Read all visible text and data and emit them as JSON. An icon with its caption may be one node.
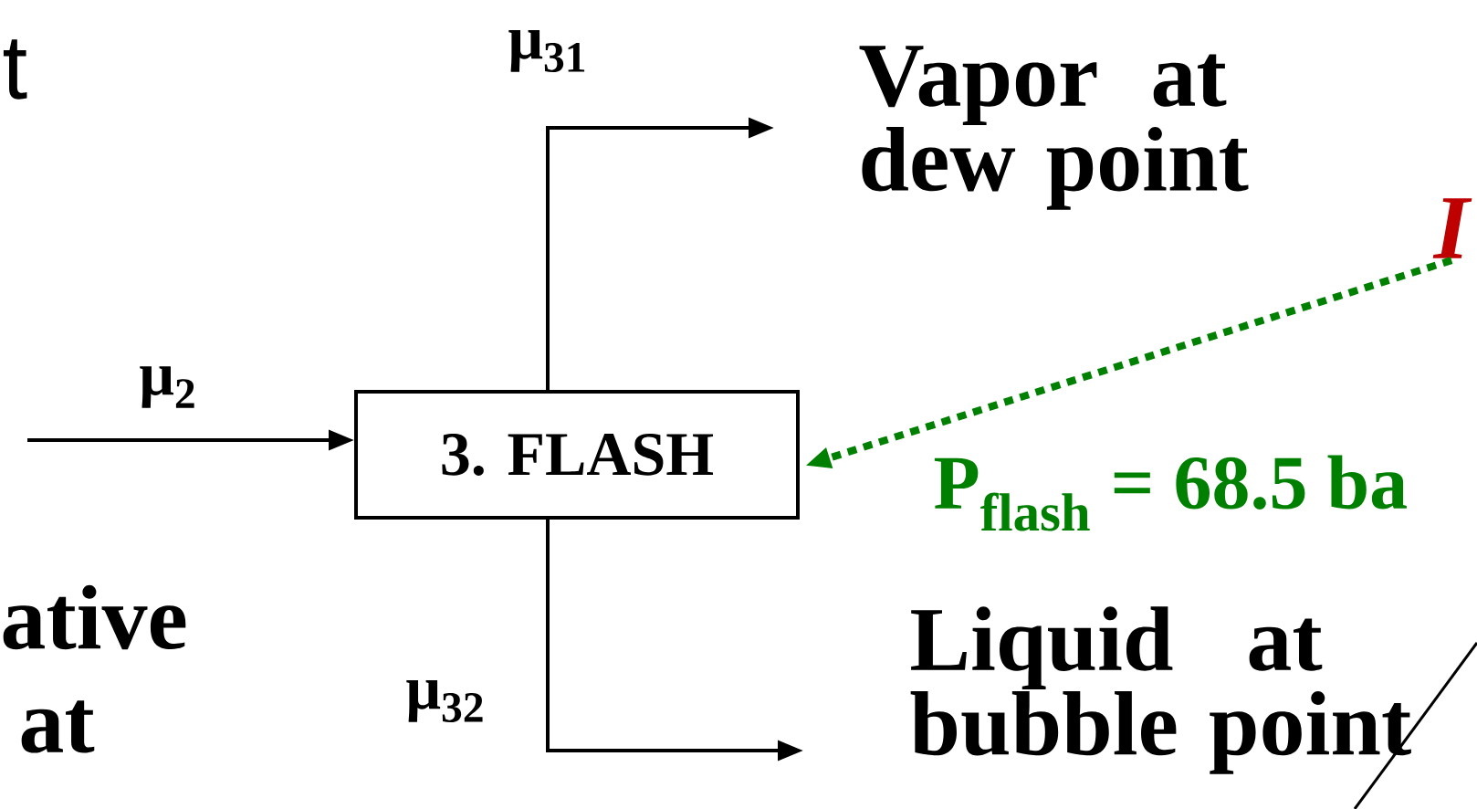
{
  "diagram": {
    "nodes": [
      {
        "text": [
          "3. FLASH"
        ]
      },
      {
        "text": [
          "Vapor at dew point"
        ]
      },
      {
        "text": [
          "Liquid at bubble point"
        ]
      },
      {
        "text": [
          "I"
        ]
      }
    ],
    "edges": [
      {
        "from": null,
        "to": 0,
        "arrow": "to",
        "label": "μ$_{2}$"
      },
      {
        "from": 0,
        "to": 1,
        "arrow": "to",
        "label": "μ$_{31}$"
      },
      {
        "from": 0,
        "to": 2,
        "arrow": "to",
        "label": "μ$_{32}$"
      },
      {
        "from": 3,
        "to": 0,
        "arrow": "to",
        "style": "dashed",
        "color": "#008000"
      }
    ],
    "labels": [
      "t",
      "ative",
      "at",
      "P$_{flash}$ = 68.5 ba"
    ]
  }
}
